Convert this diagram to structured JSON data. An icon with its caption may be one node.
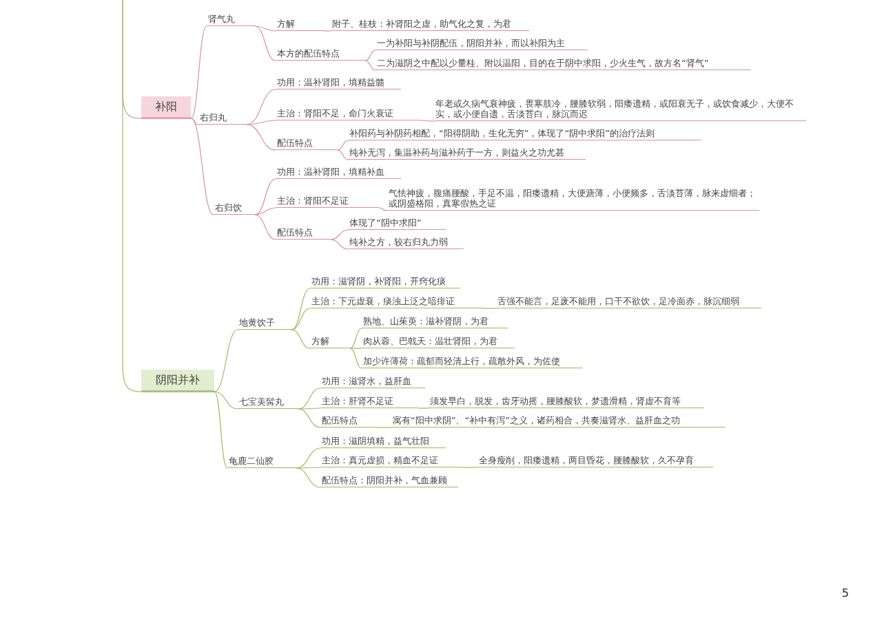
{
  "diagram": {
    "nodes": [
      {
        "text": [
          "肾气丸"
        ]
      },
      {
        "text": [
          "方解"
        ]
      },
      {
        "text": [
          "附子、桂枝：补肾阳之虚，助气化之复，为君"
        ]
      },
      {
        "text": [
          "本方的配伍特点"
        ]
      },
      {
        "text": [
          "一为补阳与补阴配伍，阴阳并补，而以补阳为主"
        ]
      },
      {
        "text": [
          "二为滋阴之中配以少量桂、附以温阳，目的在于阴中求阳，少火生气，故方名“肾气”"
        ]
      },
      {
        "text": [
          "补阳"
        ]
      },
      {
        "text": [
          "右归丸"
        ]
      },
      {
        "text": [
          "功用：温补肾阳，填精益髓"
        ]
      },
      {
        "text": [
          "主治：肾阳不足，命门火衰证"
        ]
      },
      {
        "text": [
          "年老或久病气衰神疲，畏寒肢冷，腰膝软弱，阳痿遗精，或阳衰无子，或饮食减少，大便不实，或小便自遗，舌淡苔白，脉沉而迟"
        ]
      },
      {
        "text": [
          "配伍特点"
        ]
      },
      {
        "text": [
          "补阳药与补阴药相配，“阳得阴助，生化无穷”，体现了“阴中求阳”的治疗法则"
        ]
      },
      {
        "text": [
          "纯补无泻，集温补药与滋补药于一方，则益火之功尤甚"
        ]
      },
      {
        "text": [
          "右归饮"
        ]
      },
      {
        "text": [
          "功用：温补肾阳，填精补血"
        ]
      },
      {
        "text": [
          "主治：肾阳不足证"
        ]
      },
      {
        "text": [
          "气怯神疲，腹痛腰酸，手足不温，阳痿遗精，大便溏薄，小便频多，舌淡苔薄，脉来虚细者；或阴盛格阳，真寒假热之证"
        ]
      },
      {
        "text": [
          "配伍特点"
        ]
      },
      {
        "text": [
          "体现了“阴中求阳”"
        ]
      },
      {
        "text": [
          "纯补之方，较右归丸力弱"
        ]
      },
      {
        "text": [
          "阴阳并补"
        ]
      },
      {
        "text": [
          "地黄饮子"
        ]
      },
      {
        "text": [
          "功用：滋肾阴，补肾阳，开窍化痰"
        ]
      },
      {
        "text": [
          "主治：下元虚衰，痰浊上泛之喑痱证"
        ]
      },
      {
        "text": [
          "舌强不能言，足废不能用，口干不欲饮，足冷面赤，脉沉细弱"
        ]
      },
      {
        "text": [
          "方解"
        ]
      },
      {
        "text": [
          "熟地、山茱萸：滋补肾阴，为君"
        ]
      },
      {
        "text": [
          "肉从蓉、巴戟天：温壮肾阳，为君"
        ]
      },
      {
        "text": [
          "加少许薄荷：疏郁而轻清上行，疏散外风，为佐使"
        ]
      },
      {
        "text": [
          "七宝美髯丸"
        ]
      },
      {
        "text": [
          "功用：滋肾水，益肝血"
        ]
      },
      {
        "text": [
          "主治：肝肾不足证"
        ]
      },
      {
        "text": [
          "须发早白，脱发，齿牙动摇，腰膝酸软，梦遗滑精，肾虚不育等"
        ]
      },
      {
        "text": [
          "配伍特点"
        ]
      },
      {
        "text": [
          "寓有“阳中求阴”、“补中有泻”之义，诸药相合，共奏滋肾水、益肝血之功"
        ]
      },
      {
        "text": [
          "龟鹿二仙胶"
        ]
      },
      {
        "text": [
          "功用：滋阴填精，益气壮阳"
        ]
      },
      {
        "text": [
          "主治：真元虚损，精血不足证"
        ]
      },
      {
        "text": [
          "全身瘦削，阳痿遗精，两目昏花，腰膝酸软，久不孕育"
        ]
      },
      {
        "text": [
          "配伍特点：阴阳并补，气血兼顾"
        ]
      }
    ],
    "edges": [
      {
        "from": null,
        "to": 6,
        "arrow": "none"
      },
      {
        "from": 6,
        "to": 0,
        "arrow": "none"
      },
      {
        "from": 0,
        "to": 1,
        "arrow": "none"
      },
      {
        "from": 1,
        "to": 2,
        "arrow": "none"
      },
      {
        "from": 0,
        "to": 3,
        "arrow": "none"
      },
      {
        "from": 3,
        "to": 4,
        "arrow": "none"
      },
      {
        "from": 3,
        "to": 5,
        "arrow": "none"
      },
      {
        "from": 6,
        "to": 7,
        "arrow": "none"
      },
      {
        "from": 7,
        "to": 8,
        "arrow": "none"
      },
      {
        "from": 7,
        "to": 9,
        "arrow": "none"
      },
      {
        "from": 9,
        "to": 10,
        "arrow": "none"
      },
      {
        "from": 7,
        "to": 11,
        "arrow": "none"
      },
      {
        "from": 11,
        "to": 12,
        "arrow": "none"
      },
      {
        "from": 11,
        "to": 13,
        "arrow": "none"
      },
      {
        "from": 6,
        "to": 14,
        "arrow": "none"
      },
      {
        "from": 14,
        "to": 15,
        "arrow": "none"
      },
      {
        "from": 14,
        "to": 16,
        "arrow": "none"
      },
      {
        "from": 16,
        "to": 17,
        "arrow": "none"
      },
      {
        "from": 14,
        "to": 18,
        "arrow": "none"
      },
      {
        "from": 18,
        "to": 19,
        "arrow": "none"
      },
      {
        "from": 18,
        "to": 20,
        "arrow": "none"
      },
      {
        "from": null,
        "to": 21,
        "arrow": "none",
        "color": "#9bbb59"
      },
      {
        "from": 21,
        "to": 22,
        "arrow": "none",
        "color": "#9bbb59"
      },
      {
        "from": 22,
        "to": 23,
        "arrow": "none",
        "color": "#9bbb59"
      },
      {
        "from": 22,
        "to": 24,
        "arrow": "none",
        "color": "#9bbb59"
      },
      {
        "from": 24,
        "to": 25,
        "arrow": "none",
        "color": "#9bbb59"
      },
      {
        "from": 22,
        "to": 26,
        "arrow": "none",
        "color": "#9bbb59"
      },
      {
        "from": 26,
        "to": 27,
        "arrow": "none",
        "color": "#9bbb59"
      },
      {
        "from": 26,
        "to": 28,
        "arrow": "none",
        "color": "#9bbb59"
      },
      {
        "from": 26,
        "to": 29,
        "arrow": "none",
        "color": "#9bbb59"
      },
      {
        "from": 21,
        "to": 30,
        "arrow": "none",
        "color": "#9bbb59"
      },
      {
        "from": 30,
        "to": 31,
        "arrow": "none",
        "color": "#9bbb59"
      },
      {
        "from": 30,
        "to": 32,
        "arrow": "none",
        "color": "#9bbb59"
      },
      {
        "from": 32,
        "to": 33,
        "arrow": "none",
        "color": "#9bbb59"
      },
      {
        "from": 30,
        "to": 34,
        "arrow": "none",
        "color": "#9bbb59"
      },
      {
        "from": 34,
        "to": 35,
        "arrow": "none",
        "color": "#9bbb59"
      },
      {
        "from": 21,
        "to": 36,
        "arrow": "none",
        "color": "#9bbb59"
      },
      {
        "from": 36,
        "to": 37,
        "arrow": "none",
        "color": "#9bbb59"
      },
      {
        "from": 36,
        "to": 38,
        "arrow": "none",
        "color": "#9bbb59"
      },
      {
        "from": 38,
        "to": 39,
        "arrow": "none",
        "color": "#9bbb59"
      },
      {
        "from": 36,
        "to": 40,
        "arrow": "none",
        "color": "#9bbb59"
      }
    ],
    "labels": [
      "5"
    ]
  }
}
